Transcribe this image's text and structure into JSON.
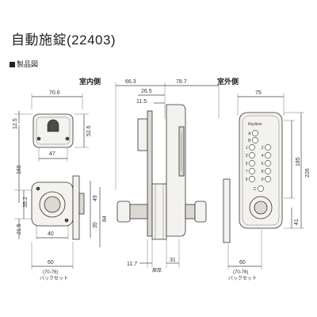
{
  "title": "自動施錠(22403)",
  "section_label": "製品図",
  "views": {
    "inner": "室内側",
    "outer": "室外側"
  },
  "dims": {
    "inner_top_width": "70.6",
    "inner_top_12_5": "12.5",
    "inner_top_52_6": "52.6",
    "inner_top_47": "47",
    "inner_169": "169",
    "inner_35_2": "35.2",
    "inner_49": "49",
    "inner_35": "35",
    "inner_84": "84",
    "inner_21_5": "21.5",
    "inner_40": "40",
    "inner_60": "60",
    "inner_backset_range": "(70-76)",
    "inner_backset_label": "バックセット",
    "side_66_3": "66.3",
    "side_78_7": "78.7",
    "side_26_5": "26.5",
    "side_11_5": "11.5",
    "side_11_7": "11.7",
    "side_31": "31",
    "side_door_label": "扉厚",
    "outer_75": "75",
    "outer_185": "185",
    "outer_226": "226",
    "outer_41": "41",
    "outer_60": "60",
    "outer_backset_range": "(70-76)",
    "outer_backset_label": "バックセット"
  },
  "keypad": {
    "brand": "Keyless",
    "keys": [
      "A",
      "B",
      "1",
      "2",
      "3",
      "4",
      "5",
      "6",
      "7",
      "8",
      "9",
      "0",
      "C"
    ]
  }
}
